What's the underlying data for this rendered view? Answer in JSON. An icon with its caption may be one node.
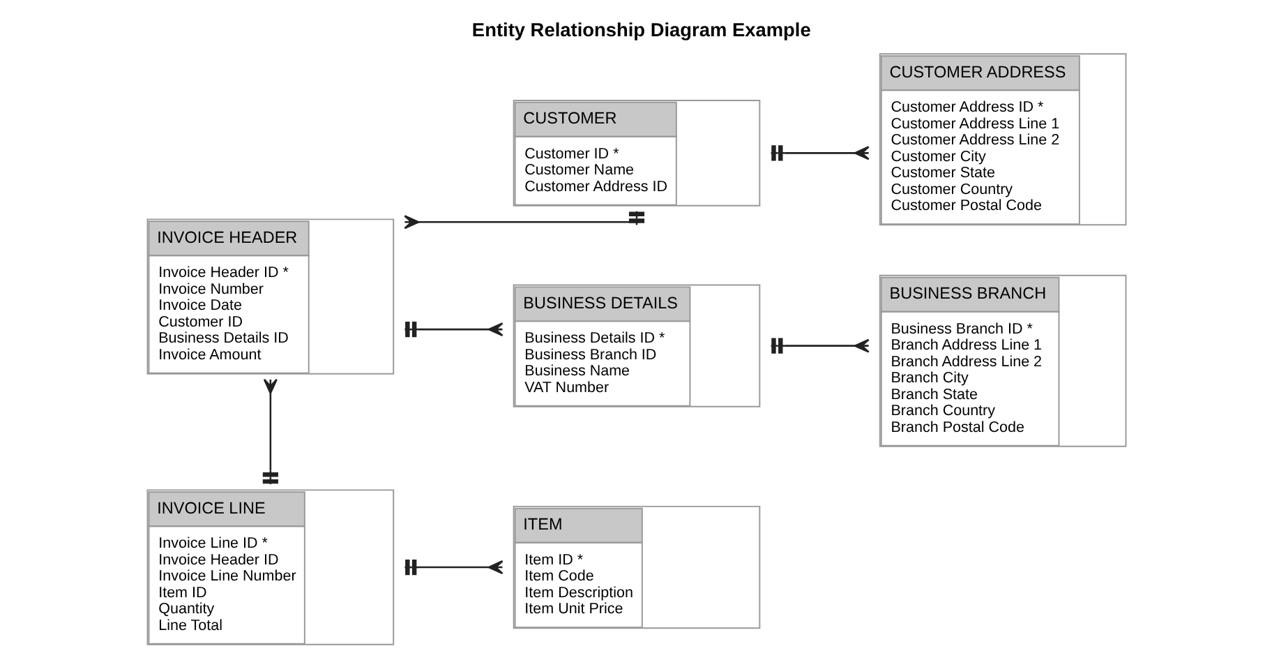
{
  "diagram": {
    "title": "Entity Relationship Diagram Example",
    "nodes": [
      {
        "text": [
          "INVOICE HEADER",
          "Invoice Header ID *",
          "Invoice Number",
          "Invoice Date",
          "Customer ID",
          "Business Details ID",
          "Invoice Amount"
        ]
      },
      {
        "text": [
          "CUSTOMER",
          "Customer ID *",
          "Customer Name",
          "Customer Address ID"
        ]
      },
      {
        "text": [
          "CUSTOMER ADDRESS",
          "Customer Address ID *",
          "Customer Address Line 1",
          "Customer Address Line 2",
          "Customer City",
          "Customer State",
          "Customer Country",
          "Customer Postal Code"
        ]
      },
      {
        "text": [
          "BUSINESS DETAILS",
          "Business Details ID *",
          "Business Branch ID",
          "Business Name",
          "VAT Number"
        ]
      },
      {
        "text": [
          "INVOICE LINE",
          "Invoice Line ID *",
          "Invoice Header ID",
          "Invoice Line Number",
          "Item ID",
          "Quantity",
          "Line Total"
        ]
      },
      {
        "text": [
          "BUSINESS BRANCH",
          "Business Branch ID *",
          "Branch Address Line 1",
          "Branch Address Line 2",
          "Branch City",
          "Branch State",
          "Branch Country",
          "Branch Postal Code"
        ]
      },
      {
        "text": [
          "ITEM",
          "Item ID *",
          "Item Code",
          "Item Description",
          "Item Unit Price"
        ]
      }
    ],
    "edges": [
      {
        "from": 0,
        "to": 1,
        "arrow": "other"
      },
      {
        "from": 0,
        "to": 3,
        "arrow": "other"
      },
      {
        "from": 1,
        "to": 2,
        "arrow": "other"
      },
      {
        "from": 3,
        "to": 5,
        "arrow": "other"
      },
      {
        "from": 4,
        "to": 0,
        "arrow": "other"
      },
      {
        "from": 4,
        "to": 6,
        "arrow": "other"
      }
    ]
  }
}
